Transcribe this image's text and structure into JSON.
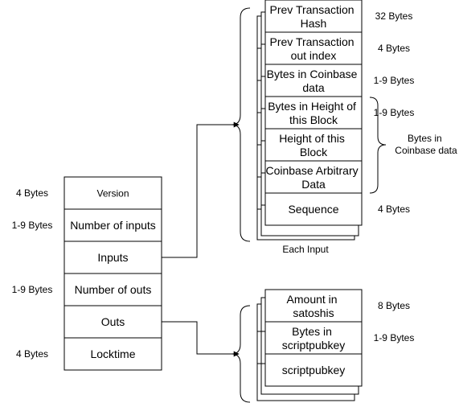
{
  "tx": {
    "rows": [
      {
        "label": "Version",
        "size": "4 Bytes"
      },
      {
        "label": "Number of inputs",
        "size": "1-9 Bytes"
      },
      {
        "label": "Inputs",
        "size": ""
      },
      {
        "label": "Number of outs",
        "size": "1-9 Bytes"
      },
      {
        "label": "Outs",
        "size": ""
      },
      {
        "label": "Locktime",
        "size": "4 Bytes"
      }
    ]
  },
  "input": {
    "rows": [
      {
        "line1": "Prev Transaction",
        "line2": "Hash",
        "size": "32 Bytes"
      },
      {
        "line1": "Prev Transaction",
        "line2": "out index",
        "size": "4 Bytes"
      },
      {
        "line1": "Bytes in Coinbase",
        "line2": "data",
        "size": "1-9 Bytes"
      },
      {
        "line1": "Bytes in Height of",
        "line2": "this Block",
        "size": "1-9 Bytes"
      },
      {
        "line1": "Height of this",
        "line2": "Block",
        "size": ""
      },
      {
        "line1": "Coinbase Arbitrary",
        "line2": "Data",
        "size": ""
      },
      {
        "line1": "Sequence",
        "line2": "",
        "size": "4 Bytes"
      }
    ],
    "caption": "Each Input",
    "coinbase_brace_line1": "Bytes in",
    "coinbase_brace_line2": "Coinbase data"
  },
  "output": {
    "rows": [
      {
        "line1": "Amount in",
        "line2": "satoshis",
        "size": "8 Bytes"
      },
      {
        "line1": "Bytes in",
        "line2": "scriptpubkey",
        "size": "1-9 Bytes"
      },
      {
        "line1": "scriptpubkey",
        "line2": "",
        "size": ""
      }
    ]
  }
}
